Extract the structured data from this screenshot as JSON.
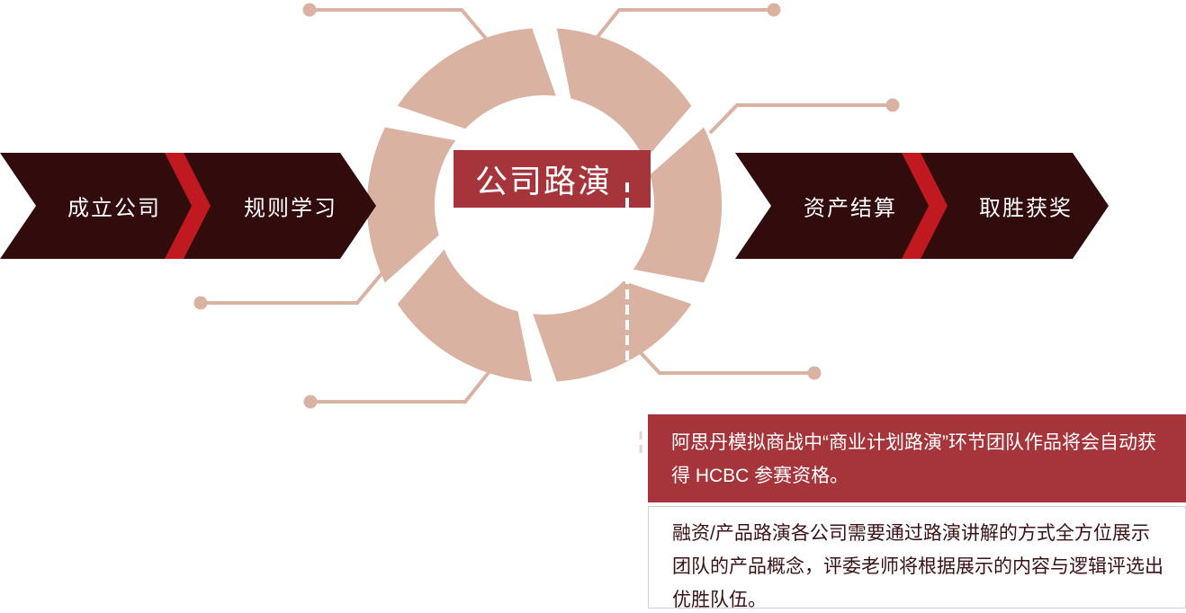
{
  "diagram": {
    "left_flow": {
      "step1": "成立公司",
      "step2": "规则学习"
    },
    "center_stage": {
      "title": "公司路演"
    },
    "right_flow": {
      "step1": "资产结算",
      "step2": "取胜获奖"
    },
    "notes": {
      "note1": "阿思丹模拟商战中“商业计划路演”环节团队作品将会自动获得 HCBC 参赛资格。",
      "note2": "融资/产品路演各公司需要通过路演讲解的方式全方位展示团队的产品概念，评委老师将根据展示的内容与逻辑评选出优胜队伍。"
    },
    "colors": {
      "dark_maroon": "#320B0D",
      "bright_red": "#C0191F",
      "brand_red": "#A5343B",
      "tan": "#D9B2A2",
      "note_text": "#3A1215",
      "note_border": "#DBCDC9"
    }
  }
}
